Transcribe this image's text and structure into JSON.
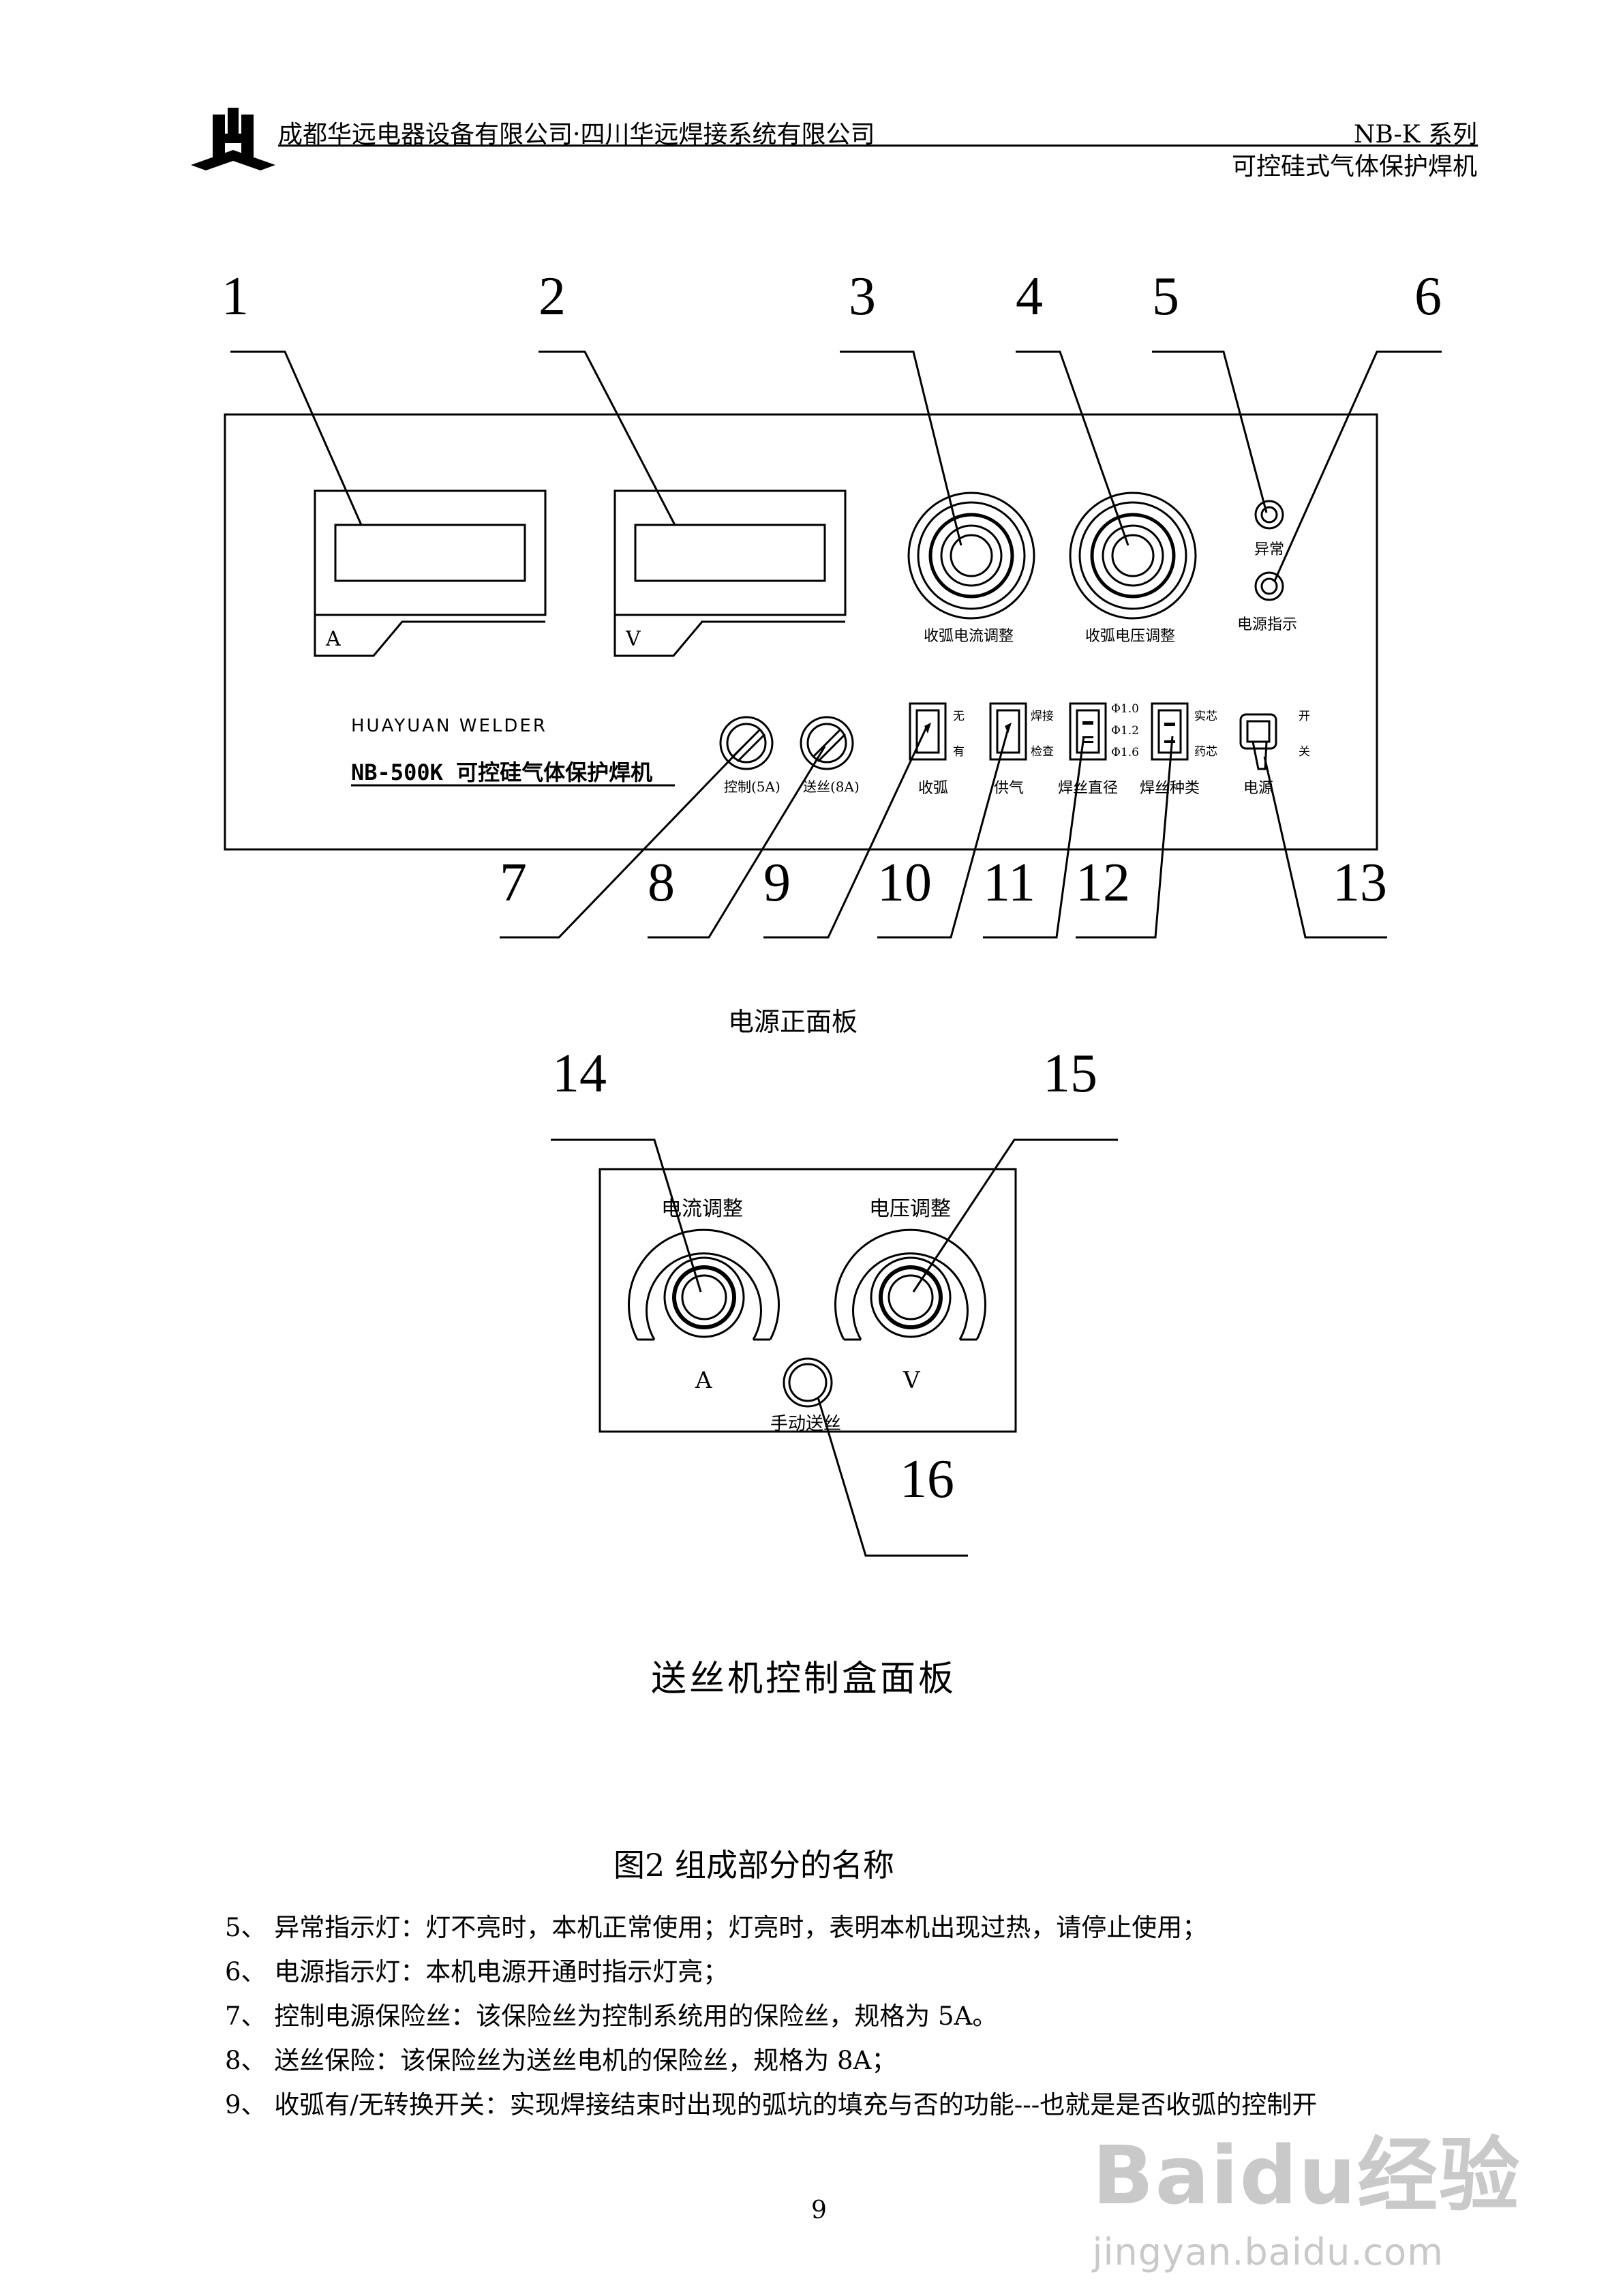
{
  "header": {
    "company": "成都华远电器设备有限公司·四川华远焊接系统有限公司",
    "series": "NB-K 系列",
    "product": "可控硅式气体保护焊机"
  },
  "callouts": [
    "1",
    "2",
    "3",
    "4",
    "5",
    "6",
    "7",
    "8",
    "9",
    "10",
    "11",
    "12",
    "13",
    "14",
    "15",
    "16"
  ],
  "front_panel": {
    "meter_a": "A",
    "meter_v": "V",
    "knob_current": "收弧电流调整",
    "knob_voltage": "收弧电压调整",
    "lamp_abnormal": "异常",
    "lamp_power": "电源指示",
    "brand_en": "HUAYUAN WELDER",
    "model": "NB-500K 可控硅气体保护焊机",
    "fuse_control": "控制(5A)",
    "fuse_feed": "送丝(8A)",
    "sw_arc": "收弧",
    "sw_arc_on": "无",
    "sw_arc_off": "有",
    "sw_gas": "供气",
    "sw_gas_weld": "焊接",
    "sw_gas_check": "检查",
    "sw_diameter": "焊丝直径",
    "dia_1": "Φ1.0",
    "dia_2": "Φ1.2",
    "dia_3": "Φ1.6",
    "sw_wire": "焊丝种类",
    "wire_solid": "实芯",
    "wire_flux": "药芯",
    "sw_power": "电源",
    "power_on": "开",
    "power_off": "关"
  },
  "front_caption": "电源正面板",
  "box_panel": {
    "knob_current": "电流调整",
    "knob_voltage": "电压调整",
    "label_a": "A",
    "label_v": "V",
    "manual_feed": "手动送丝"
  },
  "box_caption": "送丝机控制盒面板",
  "figure_title": "图2   组成部分的名称",
  "list": [
    "5、 异常指示灯：灯不亮时，本机正常使用；灯亮时，表明本机出现过热，请停止使用；",
    "6、 电源指示灯：本机电源开通时指示灯亮；",
    "7、 控制电源保险丝：该保险丝为控制系统用的保险丝，规格为 5A。",
    "8、 送丝保险：该保险丝为送丝电机的保险丝，规格为 8A；",
    "9、 收弧有/无转换开关：实现焊接结束时出现的弧坑的填充与否的功能---也就是是否收弧的控制开"
  ],
  "page_number": "9",
  "watermark": {
    "brand": "Baidu经验",
    "url": "jingyan.baidu.com"
  }
}
